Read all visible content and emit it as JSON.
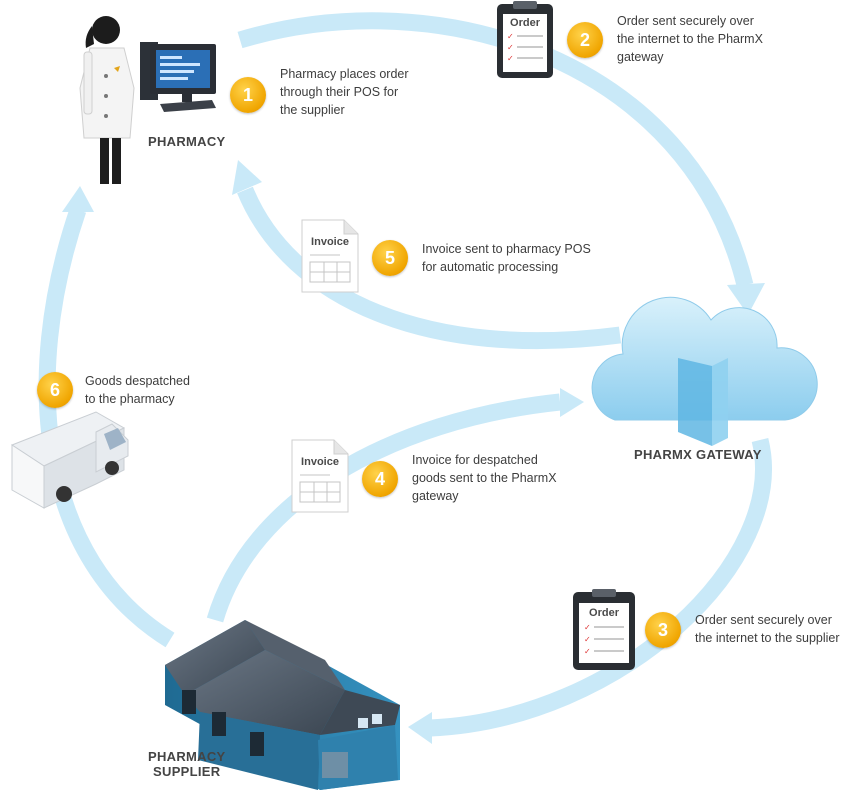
{
  "nodes": {
    "pharmacy": "PHARMACY",
    "gateway": "PHARMX GATEWAY",
    "supplier_line1": "PHARMACY",
    "supplier_line2": "SUPPLIER"
  },
  "steps": [
    {
      "number": "1",
      "text": "Pharmacy places order\nthrough their POS for\nthe supplier"
    },
    {
      "number": "2",
      "text": "Order sent securely over\nthe internet to the PharmX\ngateway"
    },
    {
      "number": "3",
      "text": "Order sent securely over\nthe internet to the supplier"
    },
    {
      "number": "4",
      "text": "Invoice for despatched\ngoods sent to the PharmX\ngateway"
    },
    {
      "number": "5",
      "text": "Invoice sent to pharmacy POS\nfor automatic processing"
    },
    {
      "number": "6",
      "text": "Goods despatched\nto the pharmacy"
    }
  ],
  "documents": {
    "order_top": "Order",
    "order_bottom": "Order",
    "invoice_upper": "Invoice",
    "invoice_lower": "Invoice"
  },
  "colors": {
    "flow": "#c6e8f7",
    "badge": "#f3a90c",
    "cloud": "#9fd6f2",
    "building": "#2f7da6",
    "roof": "#4d5966"
  }
}
